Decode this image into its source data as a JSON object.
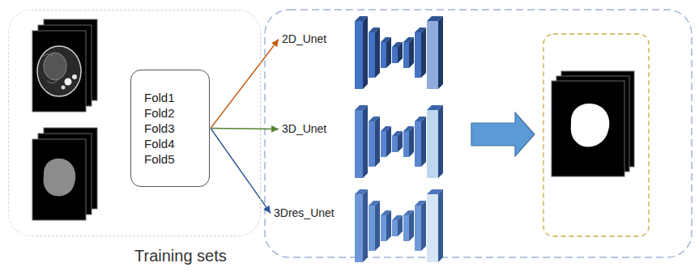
{
  "diagram": {
    "nodes": [
      {
        "text": [
          "Training sets"
        ]
      },
      {
        "text": [
          "Fold1",
          "Fold2",
          "Fold3",
          "Fold4",
          "Fold5"
        ],
        "in": 0
      },
      {
        "text": [
          "2D_Unet"
        ]
      },
      {
        "text": [
          "3D_Unet"
        ]
      },
      {
        "text": [
          "3Dres_Unet"
        ]
      }
    ],
    "edges": [
      {
        "from": 1,
        "to": 2,
        "arrow": "to"
      },
      {
        "from": 1,
        "to": 3,
        "arrow": "to"
      },
      {
        "from": 1,
        "to": 4,
        "arrow": "to"
      }
    ]
  }
}
